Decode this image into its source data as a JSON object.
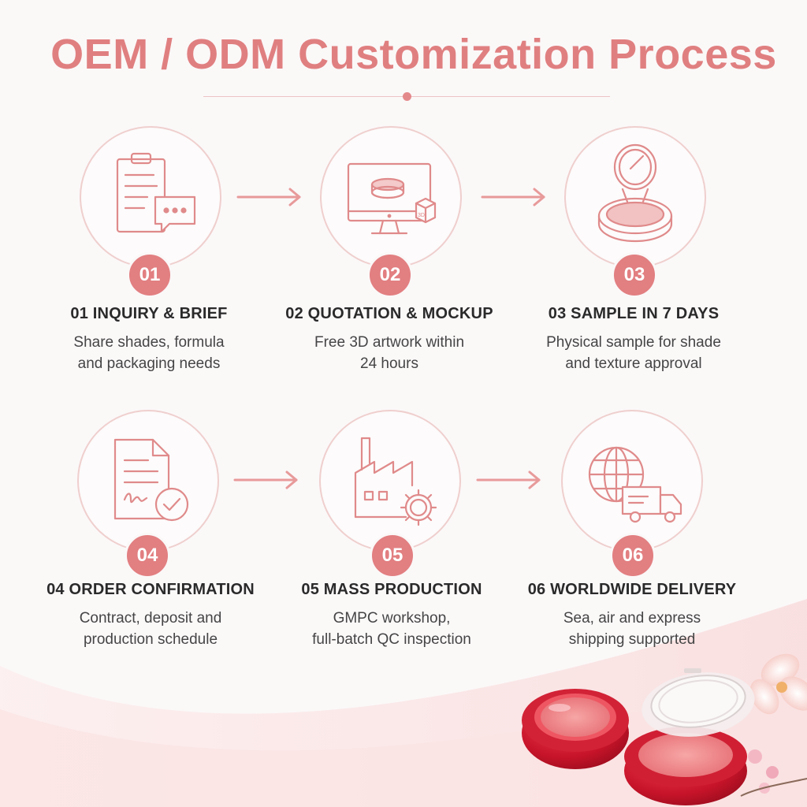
{
  "title": "OEM / ODM Customization Process",
  "colors": {
    "accent": "#e27f81",
    "title": "#e07f80",
    "line": "#efcfce",
    "text": "#2a2a2a"
  },
  "steps": [
    {
      "number": "01",
      "title": "01 INQUIRY & BRIEF",
      "desc_line1": "Share shades, formula",
      "desc_line2": "and packaging needs",
      "icon": "clipboard-chat-icon"
    },
    {
      "number": "02",
      "title": "02 QUOTATION & MOCKUP",
      "desc_line1": "Free 3D artwork within",
      "desc_line2": "24 hours",
      "icon": "monitor-3d-icon",
      "icon_text": "3D"
    },
    {
      "number": "03",
      "title": "03 SAMPLE IN 7 DAYS",
      "desc_line1": "Physical sample for shade",
      "desc_line2": "and texture approval",
      "icon": "compact-case-icon"
    },
    {
      "number": "04",
      "title": "04 ORDER CONFIRMATION",
      "desc_line1": "Contract, deposit and",
      "desc_line2": "production schedule",
      "icon": "signed-document-icon"
    },
    {
      "number": "05",
      "title": "05 MASS PRODUCTION",
      "desc_line1": "GMPC workshop,",
      "desc_line2": "full-batch QC inspection",
      "icon": "factory-gear-icon"
    },
    {
      "number": "06",
      "title": "06 WORLDWIDE DELIVERY",
      "desc_line1": "Sea, air and express",
      "desc_line2": "shipping supported",
      "icon": "globe-truck-icon"
    }
  ]
}
